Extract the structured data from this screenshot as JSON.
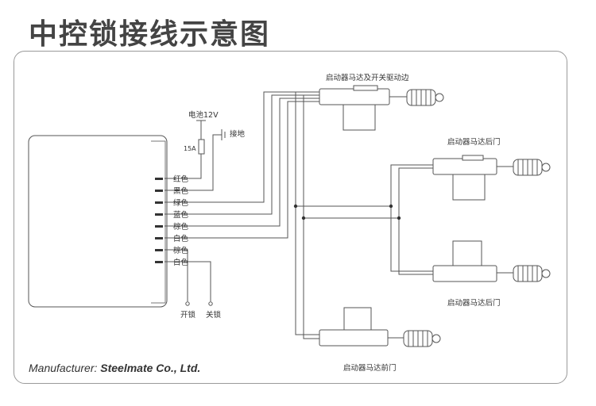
{
  "title": "中控锁接线示意图",
  "manufacturer": {
    "prefix": "Manufacturer:",
    "name": "Steelmate Co., Ltd."
  },
  "battery": {
    "label": "电池12V",
    "fuse": "15A",
    "ground": "接地"
  },
  "wires": [
    "红色",
    "黑色",
    "绿色",
    "蓝色",
    "棕色",
    "白色",
    "棕色",
    "白色"
  ],
  "outputs": {
    "unlock": "开锁",
    "lock": "关锁"
  },
  "actuators": {
    "driver": "启动器马达及开关驱动边",
    "rear_right": "启动器马达后门",
    "rear_left": "启动器马达后门",
    "front": "启动器马达前门"
  }
}
